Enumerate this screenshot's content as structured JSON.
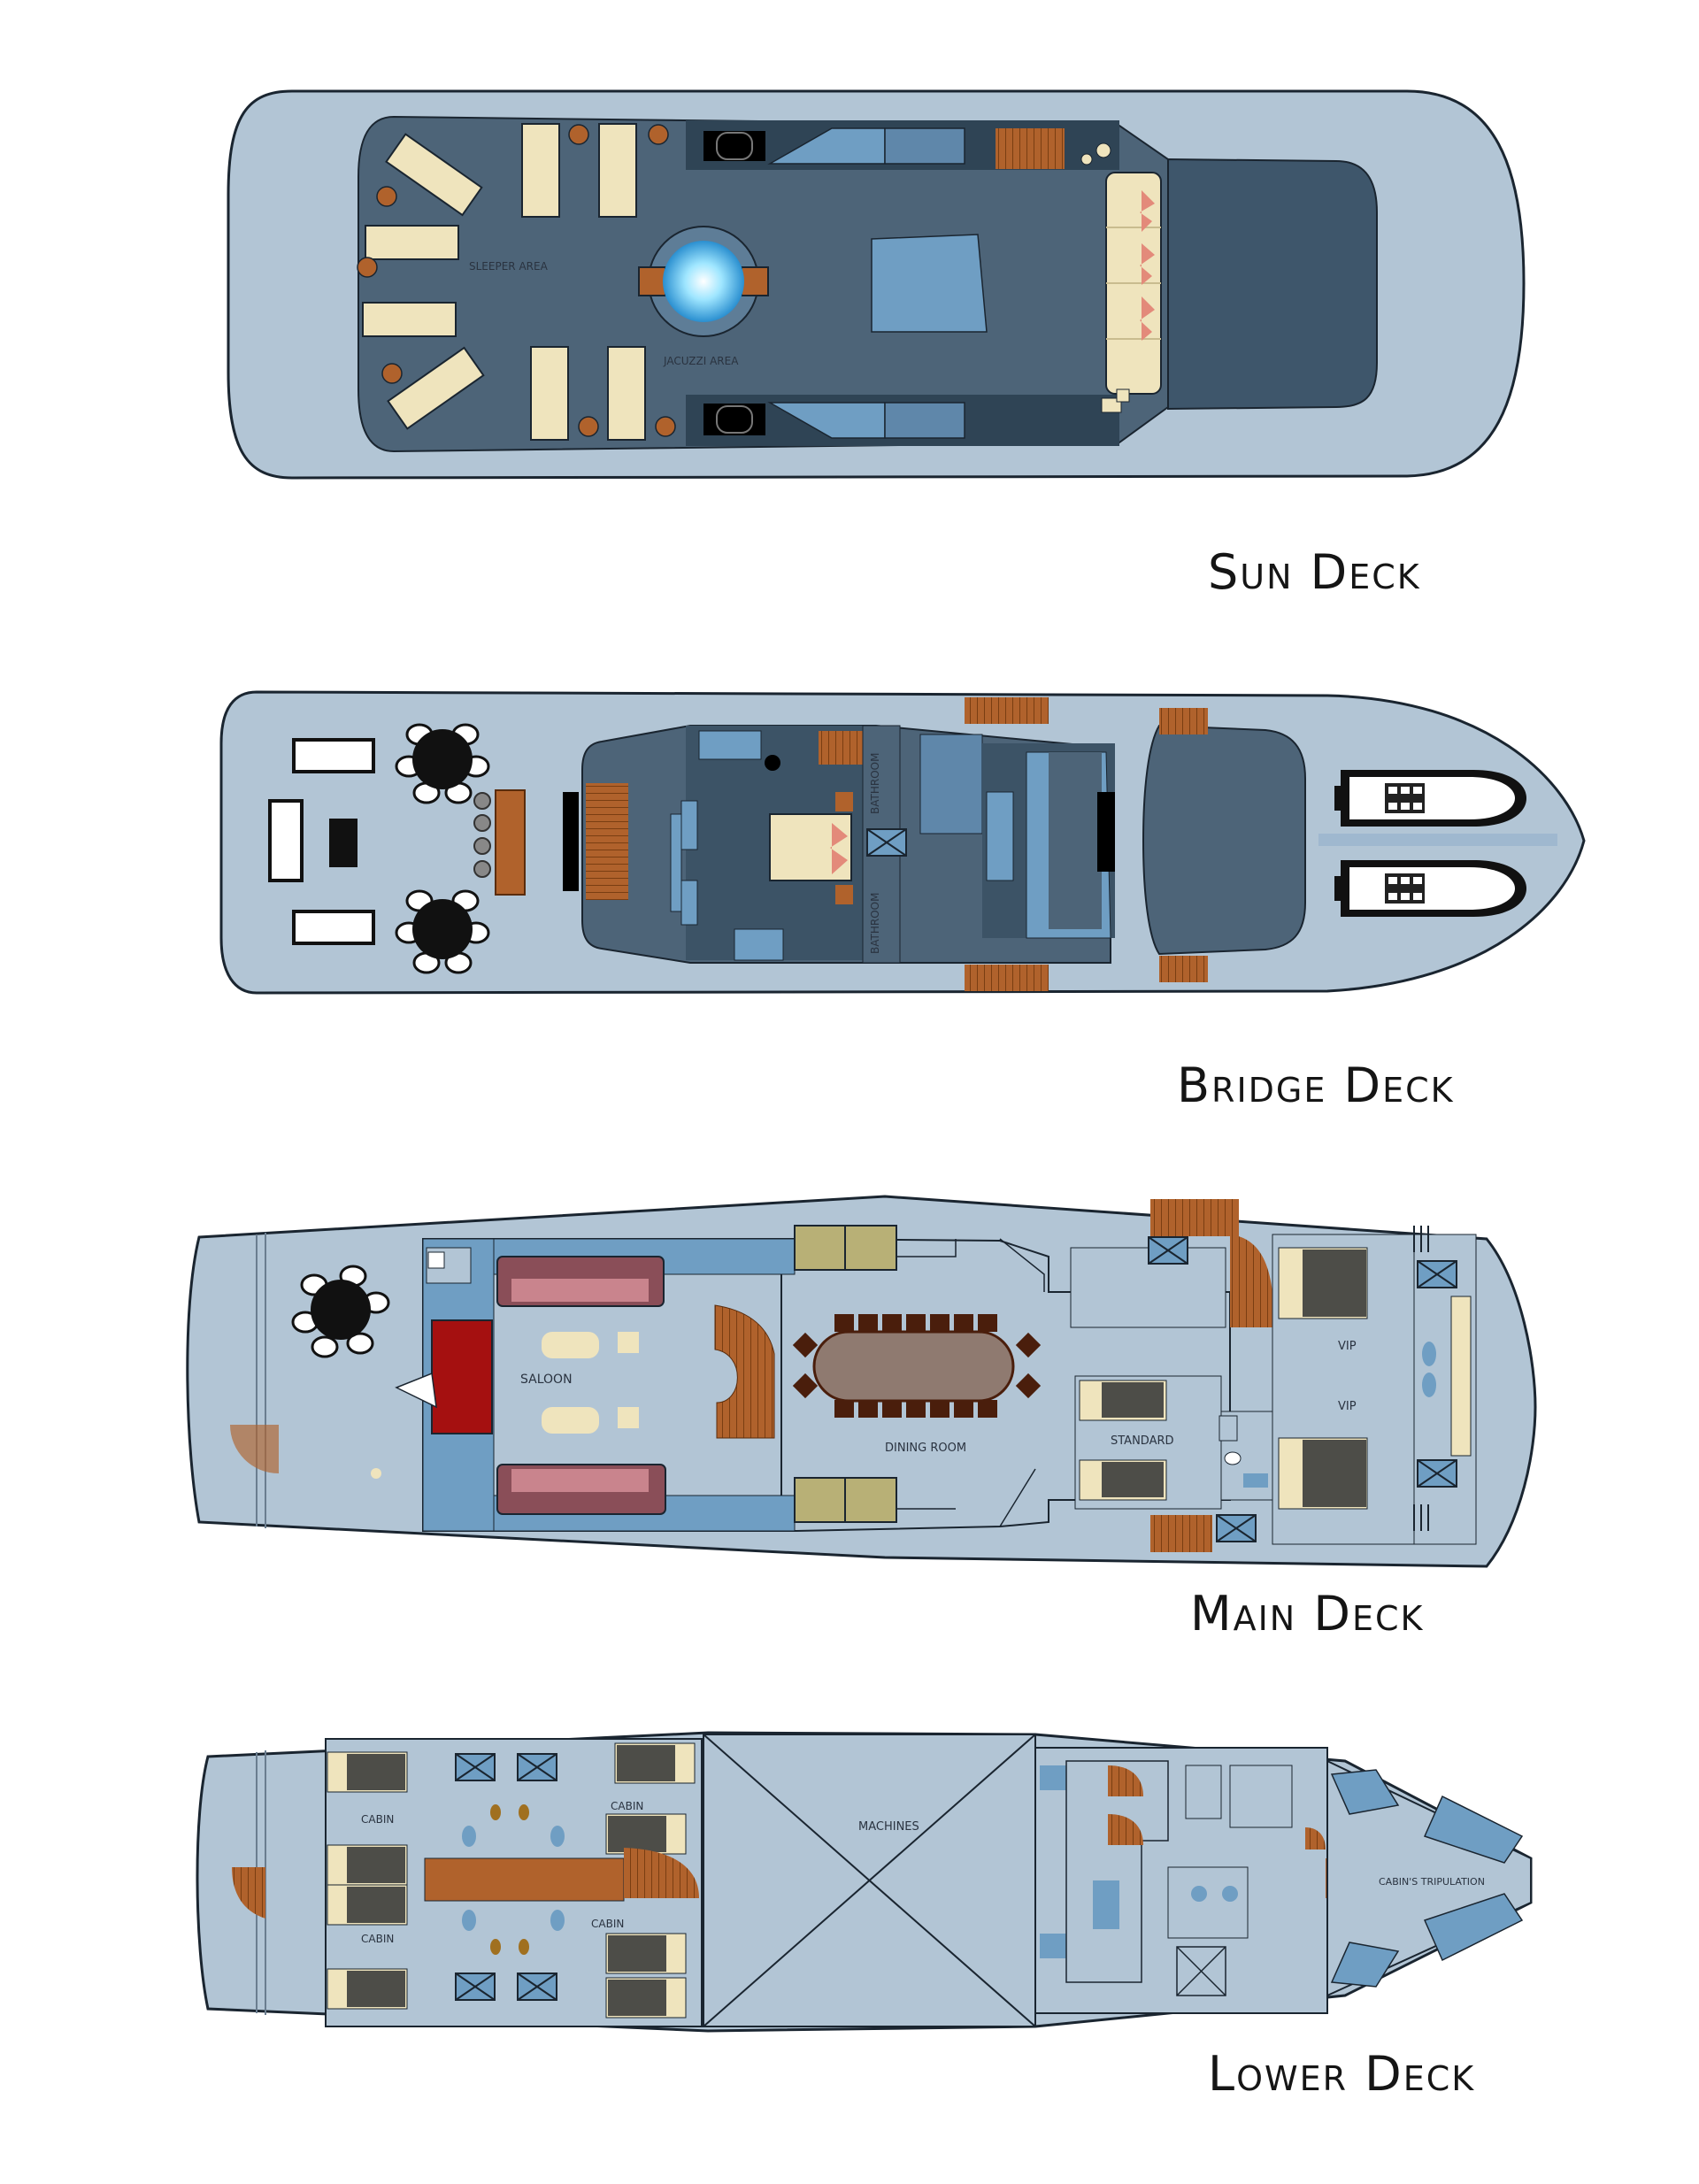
{
  "decks": [
    {
      "id": "sun",
      "title": "Sun Deck",
      "labels": {
        "sleeper": "SLEEPER AREA",
        "jacuzzi": "JACUZZI AREA"
      }
    },
    {
      "id": "bridge",
      "title": "Bridge Deck",
      "labels": {
        "bathroom_top": "BATHROOM",
        "bathroom_bottom": "BATHROOM"
      }
    },
    {
      "id": "main",
      "title": "Main Deck",
      "labels": {
        "saloon": "SALOON",
        "dining": "DINING ROOM",
        "standard": "STANDARD",
        "vip_top": "VIP",
        "vip_bottom": "VIP"
      }
    },
    {
      "id": "lower",
      "title": "Lower Deck",
      "labels": {
        "cabin_tl": "CABIN",
        "cabin_tr": "CABIN",
        "cabin_bl": "CABIN",
        "cabin_br": "CABIN",
        "machines": "MACHINES",
        "crew": "CABIN'S TRIPULATION"
      }
    }
  ],
  "colors": {
    "hull": "#b2c5d5",
    "deck_dark": "#4d6478",
    "accent_blue": "#6f9ec3",
    "wood": "#b0622c",
    "sofa": "#8a4e58",
    "red": "#a51010",
    "olive": "#b8b076",
    "cushion": "#efe4bd",
    "outline": "#1a2530"
  },
  "icons": [
    "sunbed-icon",
    "jacuzzi-icon",
    "stairs-icon",
    "round-table-icon",
    "tender-boat-icon",
    "bed-icon",
    "dining-table-icon",
    "sofa-icon",
    "fireplace-icon",
    "window-x-icon"
  ]
}
